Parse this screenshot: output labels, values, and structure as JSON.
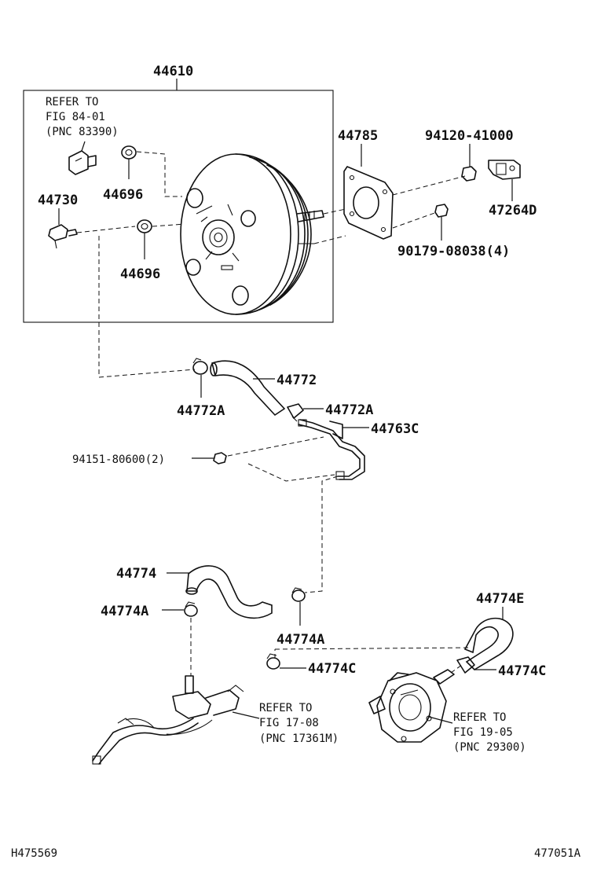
{
  "labels": {
    "booster_assembly": "44610",
    "refer_booster_1": "REFER TO",
    "refer_booster_2": "FIG 84-01",
    "refer_booster_3": "(PNC 83390)",
    "grommet_top": "44696",
    "grommet_bottom": "44696",
    "check_valve": "44730",
    "gasket": "44785",
    "nut_top": "94120-41000",
    "clevis": "47264D",
    "nut_stud": "90179-08038(4)",
    "hose_upper": "44772",
    "clamp_upper_left": "44772A",
    "clamp_upper_right": "44772A",
    "vacuum_pipe": "44763C",
    "bolt": "94151-80600(2)",
    "hose_lower": "44774",
    "clamp_lower_left": "44774A",
    "clamp_lower_right": "44774A",
    "hose_pump": "44774E",
    "clamp_pump_left": "44774C",
    "clamp_pump_right": "44774C",
    "refer_engine_1": "REFER TO",
    "refer_engine_2": "FIG 17-08",
    "refer_engine_3": "(PNC 17361M)",
    "refer_pump_1": "REFER TO",
    "refer_pump_2": "FIG 19-05",
    "refer_pump_3": "(PNC 29300)"
  },
  "footer": {
    "left_code": "H475569",
    "right_code": "477051A"
  }
}
